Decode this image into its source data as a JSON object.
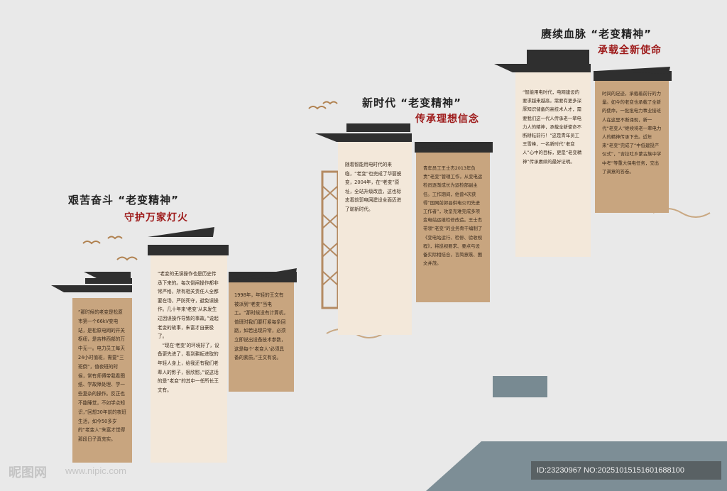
{
  "sections": [
    {
      "title_black": "艰苦奋斗 “老变精神”",
      "title_red": "守护万家灯火",
      "panels": [
        "“那时候的老变是松原市第一个66kV变电站，是松原电网的开关枢纽，是吉林西部的万中无一。电力员工每天24小时值班，需要“三班倒”，值夜班的时候，常有师傅带我看图纸、学故障处理、学一些复杂的操作。反正也不能睡觉，不如学点知识，”回想30年前的夜班生活，如今50多岁的“老变人”朱富才觉得那段日子真充实。",
        "“老变的无误操作也是历史传承下来的。每次倒闸操作都非常严格，所有相关责任人全都要在场，严防死守，避免误操作。几十年来‘老变’从未发生过因误操作导致的事故。”说起老变的故事，朱富才自豪极了。\n　“现在‘老变’的环境好了，设备更先进了，看到耕耘进取的年轻人身上，给我还有我们老辈人的影子，很欣慰。”说这话的是“老变”的其中一任所长王文有。",
        "1998年，年轻的王文有被派到“老变”当电工。“那时候没有计算机，值班时我们要盯紧每条回路，如若出现异常，必须立即说出设备技术参数，这是每个‘老变人’必须具备的素质。”王文有说。"
      ]
    },
    {
      "title_black": "新时代 “老变精神”",
      "title_red": "传承理想信念",
      "panels": [
        "随着智能用电时代的来临，“老变”也完成了华丽蜕变，2004年，在“老变”原址，全站升级改造，这也标志着前郭电网建设全面迈进了崭新时代。",
        "青年员工王士杰2013年负责“老变”管理工作，从变电运检员逐渐成长为运检部副主任。工作期间，他曾4次获得“国网前郭县供电公司先进工作者”，攻坚克难完成多项变电站运维检修改造。王士杰带领“老变”的业务骨干编制了《变电站运行、检修、验收规程》，将巡视要求、要点与设备实际相结合，言简意赅、图文并茂。"
      ]
    },
    {
      "title_black": "赓续血脉 “老变精神”",
      "title_red": "承载全新使命",
      "panels": [
        "“智能用电时代，电网建设的要求越来越高，需要有更多深厚知识储备的高技术人才，需要我们这一代人传承老一辈电力人的精神，承载全新使命不断耕耘前行！”这是青年员工王雪峰，一名新时代“老变人”心中的目标，更是“老变精神”传承赓续的最好证明。",
        "时间的足迹，承载着前行的力量。如今的老变也承载了全新的使命，一批批电力事业接班人在这里不断涌现，新一代“老变人”继续将老一辈电力人的精神传承下去。近年来“老变”完成了“中低建投产仪式”，“吉拉吐乡蒙古族中学中考”等重大保电任务，交出了满意的答卷。"
      ]
    }
  ],
  "watermark": {
    "brand_cn": "昵图网",
    "brand_url": "www.nipic.com",
    "id_text": "ID:23230967 NO:20251015151601688100"
  },
  "colors": {
    "background": "#e9e9e9",
    "panel_tan": "#c8a57f",
    "panel_cream": "#f3e8da",
    "roof": "#2f2f2f",
    "title_red": "#9e1b1b",
    "floor_slate": "#7d8e96",
    "block_slate": "#788a92"
  }
}
